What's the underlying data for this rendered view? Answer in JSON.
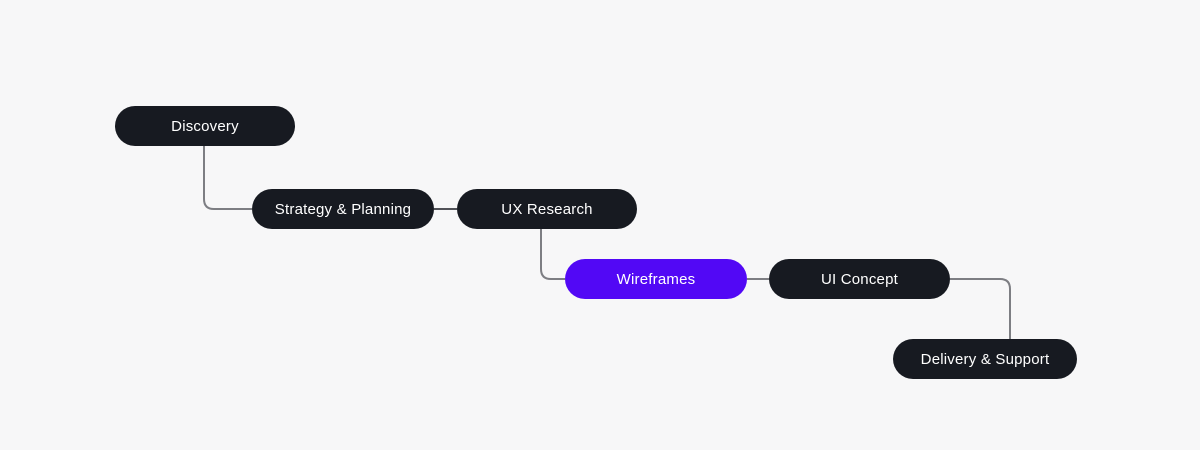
{
  "diagram": {
    "background_color": "#F7F7F8",
    "node_fill_color": "#171A21",
    "accent_fill_color": "#5208F5",
    "node_text_color": "#FFFFFF",
    "connector_color": "#7D7E83",
    "connector_dark_color": "#1A1C22",
    "nodes": [
      {
        "id": "discovery",
        "label": "Discovery",
        "highlighted": false
      },
      {
        "id": "strategy-planning",
        "label": "Strategy & Planning",
        "highlighted": false
      },
      {
        "id": "ux-research",
        "label": "UX Research",
        "highlighted": false
      },
      {
        "id": "wireframes",
        "label": "Wireframes",
        "highlighted": true
      },
      {
        "id": "ui-concept",
        "label": "UI Concept",
        "highlighted": false
      },
      {
        "id": "delivery-support",
        "label": "Delivery & Support",
        "highlighted": false
      }
    ],
    "connections": [
      {
        "from": "discovery",
        "to": "strategy-planning",
        "style": "gray-elbow"
      },
      {
        "from": "strategy-planning",
        "to": "ux-research",
        "style": "dark-straight"
      },
      {
        "from": "ux-research",
        "to": "wireframes",
        "style": "gray-elbow"
      },
      {
        "from": "wireframes",
        "to": "ui-concept",
        "style": "gray-straight"
      },
      {
        "from": "ui-concept",
        "to": "delivery-support",
        "style": "gray-elbow"
      }
    ]
  }
}
